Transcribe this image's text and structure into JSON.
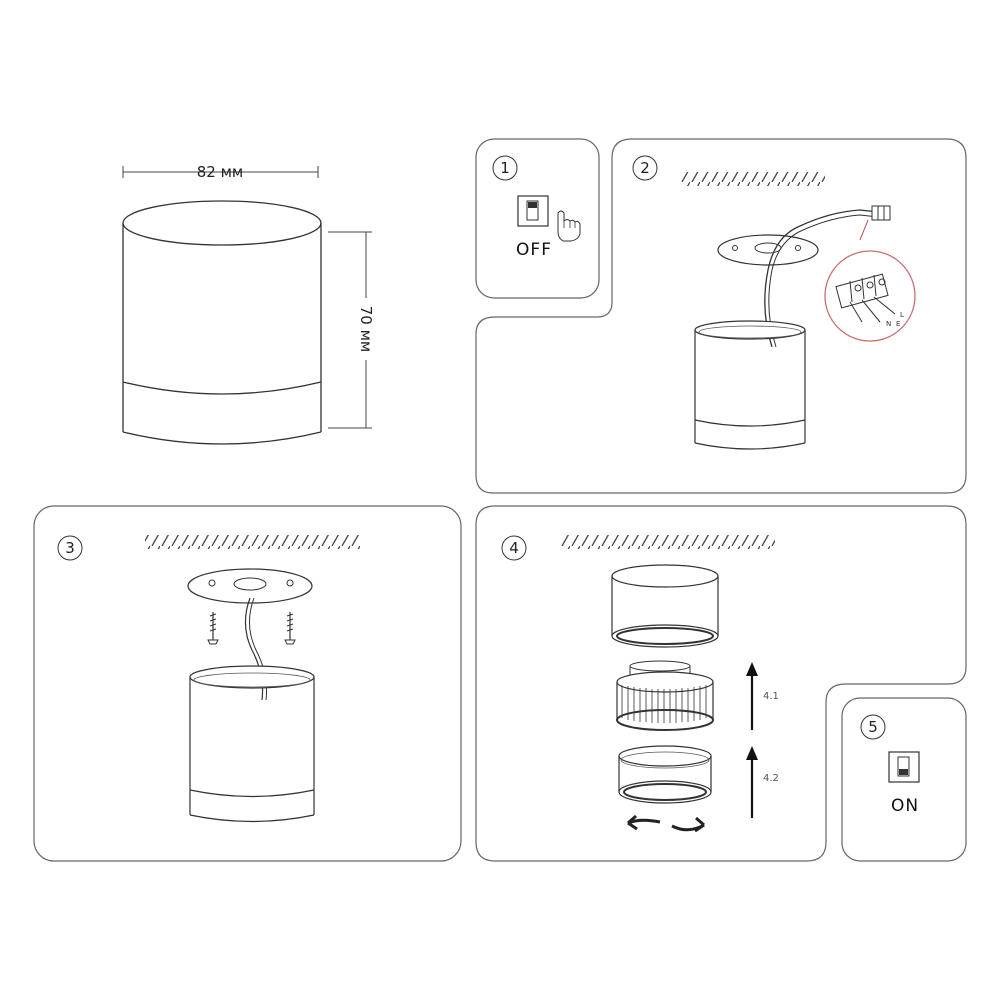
{
  "dimensions": {
    "width": "82 мм",
    "height": "70 мм"
  },
  "steps": [
    {
      "number": "1",
      "switch_state": "OFF"
    },
    {
      "number": "2",
      "wire_labels": [
        "L",
        "N",
        "E"
      ]
    },
    {
      "number": "3"
    },
    {
      "number": "4",
      "substeps": [
        "4.1",
        "4.2"
      ]
    },
    {
      "number": "5",
      "switch_state": "ON"
    }
  ]
}
